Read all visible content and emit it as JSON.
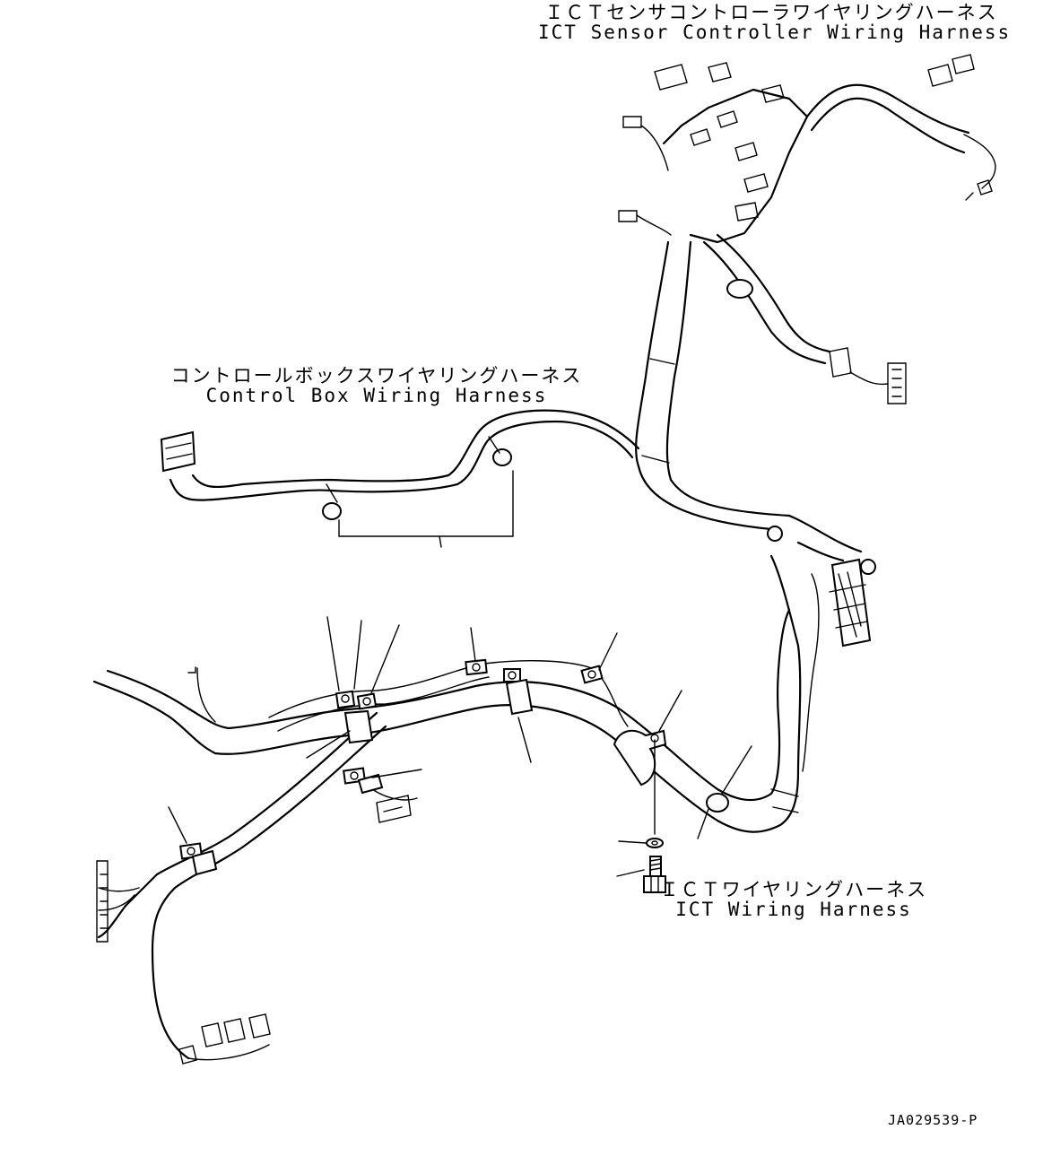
{
  "labels": {
    "ict_sensor_controller_harness": {
      "jp": "ＩＣＴセンサコントローラワイヤリングハーネス",
      "en": "ICT Sensor Controller Wiring Harness"
    },
    "control_box_harness": {
      "jp": "コントロールボックスワイヤリングハーネス",
      "en": "Control Box Wiring Harness"
    },
    "ict_wiring_harness": {
      "jp": "ＩＣＴワイヤリングハーネス",
      "en": "ICT Wiring Harness"
    }
  },
  "drawing_code": "JA029539-P",
  "icons": [
    "wire-harness",
    "connector",
    "clamp",
    "band-clip",
    "bolt",
    "washer",
    "leader-line"
  ]
}
